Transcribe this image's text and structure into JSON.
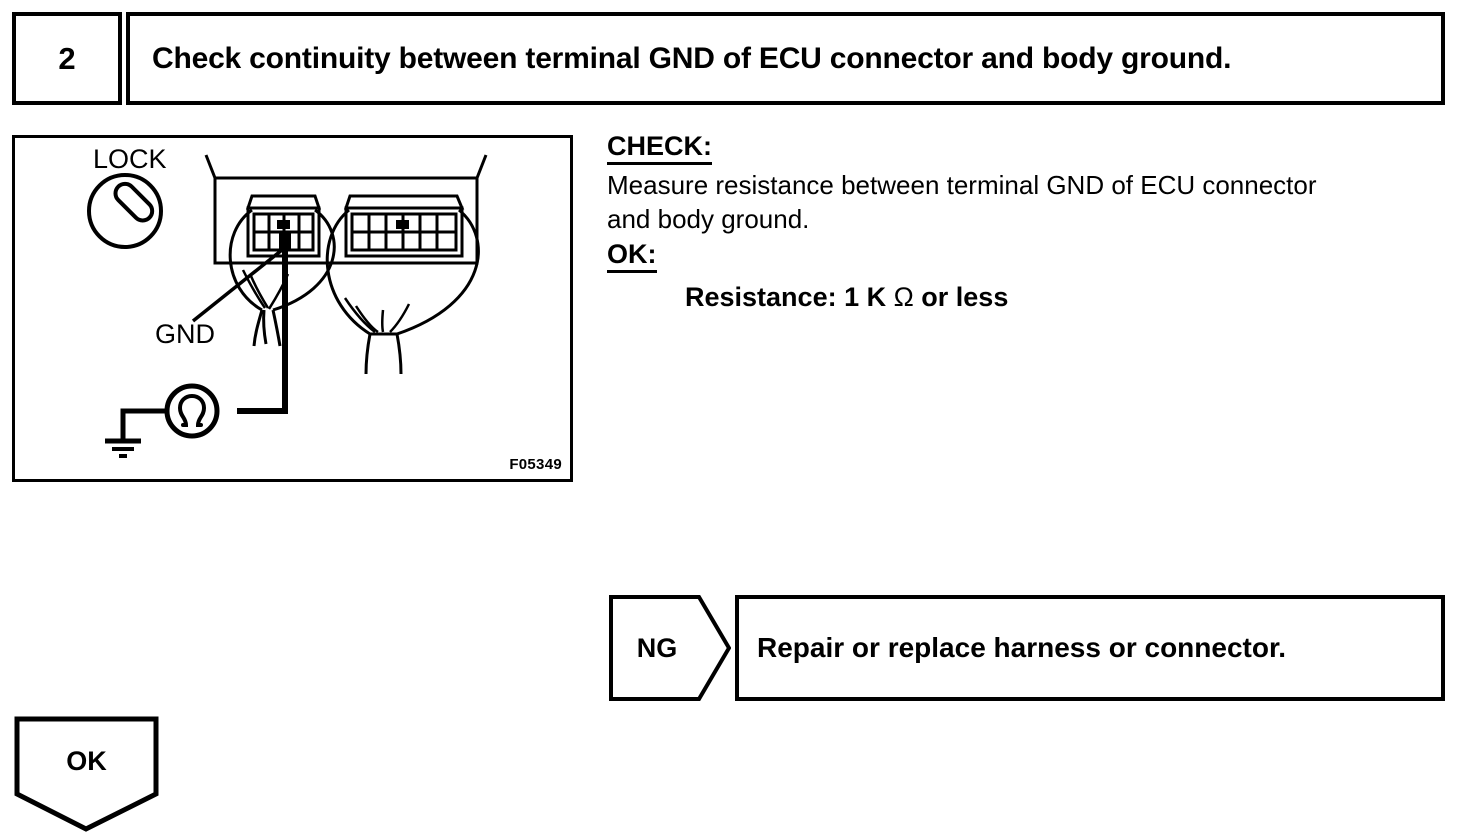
{
  "step": {
    "number": "2",
    "title": "Check continuity between terminal GND of ECU connector and body ground."
  },
  "figure": {
    "code": "F05349",
    "labels": {
      "lock": "LOCK",
      "gnd": "GND",
      "meter": "Ω"
    }
  },
  "check": {
    "check_label": "CHECK:",
    "description_line1": "Measure resistance between terminal GND of ECU connector",
    "description_line2": "and body ground.",
    "ok_label": "OK:",
    "spec_prefix": "Resistance: 1 K ",
    "spec_omega": "Ω",
    "spec_suffix": " or less"
  },
  "branches": {
    "ng_tag": "NG",
    "ng_action": "Repair or replace harness or connector.",
    "ok_tag": "OK"
  }
}
